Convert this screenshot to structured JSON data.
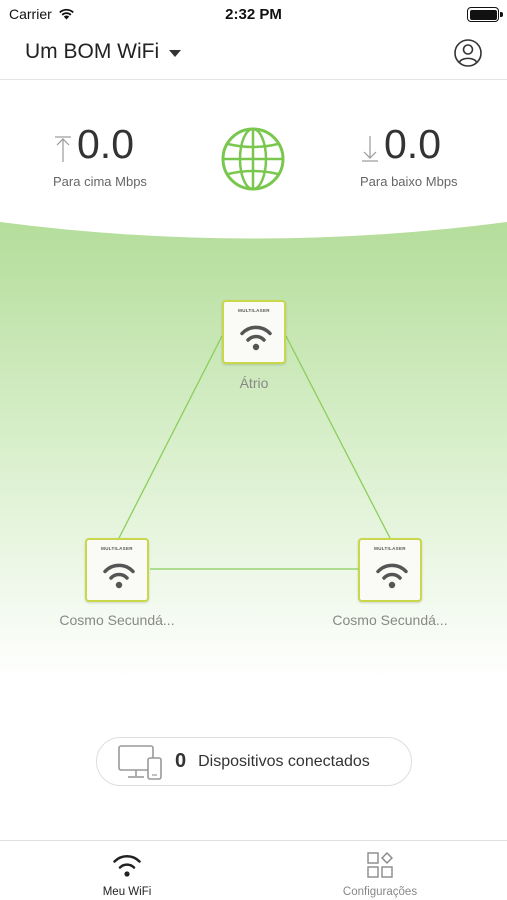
{
  "status_bar": {
    "carrier": "Carrier",
    "time": "2:32 PM"
  },
  "header": {
    "network_name": "Um BOM WiFi"
  },
  "speed": {
    "upload_value": "0.0",
    "upload_label": "Para cima Mbps",
    "download_value": "0.0",
    "download_label": "Para baixo Mbps"
  },
  "topology": {
    "brand": "MULTILASER",
    "nodes": [
      {
        "label": "Átrio"
      },
      {
        "label": "Cosmo Secundá..."
      },
      {
        "label": "Cosmo Secundá..."
      }
    ]
  },
  "devices": {
    "count": "0",
    "label": "Dispositivos conectados"
  },
  "tabs": [
    {
      "label": "Meu WiFi",
      "icon": "wifi-icon"
    },
    {
      "label": "Configurações",
      "icon": "settings-grid-icon"
    }
  ],
  "colors": {
    "accent_green": "#6cc04a",
    "node_border": "#c8d84a",
    "line_green": "#8cce5c"
  }
}
